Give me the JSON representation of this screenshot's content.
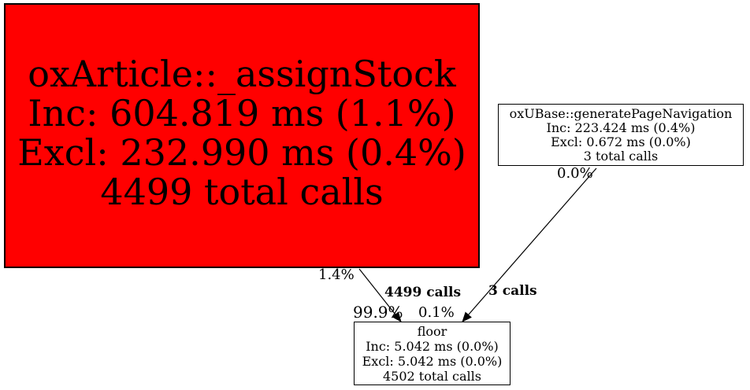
{
  "graph": {
    "colors": {
      "hot_node_fill": "#ff0000",
      "node_fill": "#ffffff",
      "node_border": "#000000",
      "edge": "#000000",
      "text": "#000000",
      "background": "#ffffff"
    },
    "nodes": {
      "assign_stock": {
        "title": "oxArticle::_assignStock",
        "inclusive": "Inc: 604.819 ms (1.1%)",
        "exclusive": "Excl: 232.990 ms (0.4%)",
        "total_calls": "4499 total calls"
      },
      "generate_page_navigation": {
        "title": "oxUBase::generatePageNavigation",
        "inclusive": "Inc: 223.424 ms (0.4%)",
        "exclusive": "Excl: 0.672 ms (0.0%)",
        "total_calls": "3 total calls"
      },
      "floor": {
        "title": "floor",
        "inclusive": "Inc: 5.042 ms (0.0%)",
        "exclusive": "Excl: 5.042 ms (0.0%)",
        "total_calls": "4502 total calls"
      }
    },
    "edges": {
      "assign_stock_to_floor": {
        "caller_pct": "1.4%",
        "call_count": "4499 calls",
        "callee_pct": "99.9%"
      },
      "generate_page_navigation_to_floor": {
        "caller_pct": "0.0%",
        "call_count": "3 calls",
        "callee_pct": "0.1%"
      }
    }
  }
}
